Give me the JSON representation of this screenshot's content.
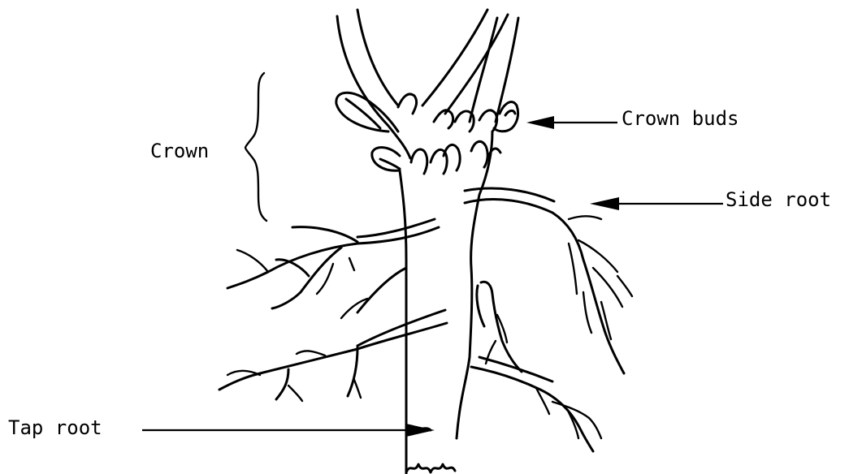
{
  "labels": {
    "crown": "Crown",
    "crown_buds": "Crown buds",
    "side_root": "Side root",
    "tap_root": "Tap root"
  },
  "colors": {
    "ink": "#000000",
    "background": "#ffffff"
  }
}
